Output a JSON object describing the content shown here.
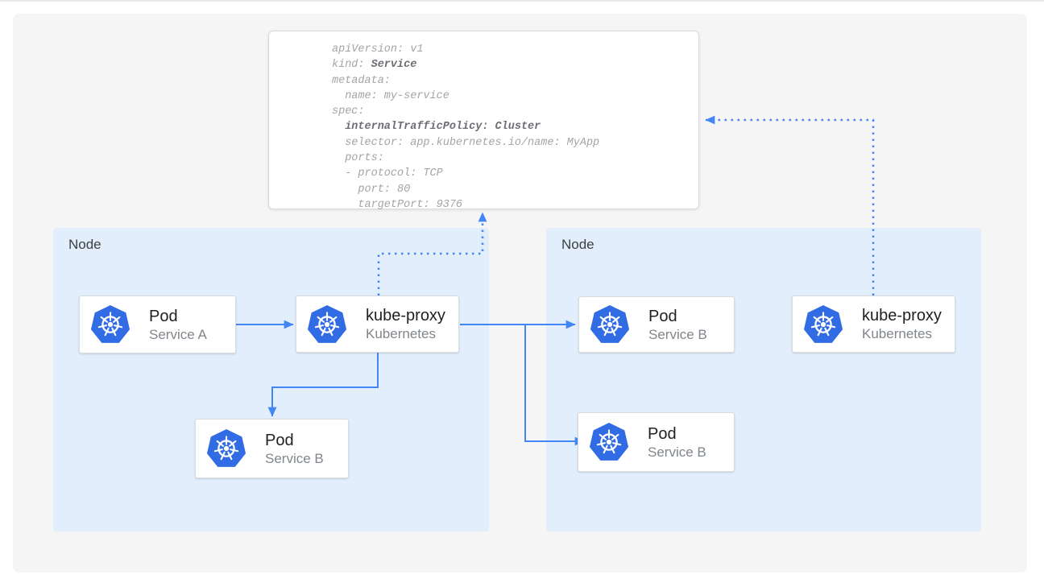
{
  "yaml_card": {
    "lines": [
      [
        {
          "t": "apiVersion: v1"
        }
      ],
      [
        {
          "t": "kind: "
        },
        {
          "t": "Service",
          "b": true
        }
      ],
      [
        {
          "t": "metadata:"
        }
      ],
      [
        {
          "t": "  name: my-service"
        }
      ],
      [
        {
          "t": "spec:"
        }
      ],
      [
        {
          "t": "  "
        },
        {
          "t": "internalTrafficPolicy: Cluster",
          "b": true
        }
      ],
      [
        {
          "t": "  selector: app.kubernetes.io/name: MyApp"
        }
      ],
      [
        {
          "t": "  ports:"
        }
      ],
      [
        {
          "t": "  - protocol: TCP"
        }
      ],
      [
        {
          "t": "    port: 80"
        }
      ],
      [
        {
          "t": "    targetPort: 9376"
        }
      ]
    ]
  },
  "nodes": {
    "left": {
      "label": "Node",
      "cards": {
        "pod_a": {
          "title": "Pod",
          "subtitle": "Service A"
        },
        "kube_proxy": {
          "title": "kube-proxy",
          "subtitle": "Kubernetes"
        },
        "pod_b": {
          "title": "Pod",
          "subtitle": "Service B"
        }
      }
    },
    "right": {
      "label": "Node",
      "cards": {
        "pod_b_top": {
          "title": "Pod",
          "subtitle": "Service B"
        },
        "pod_b_bottom": {
          "title": "Pod",
          "subtitle": "Service B"
        },
        "kube_proxy": {
          "title": "kube-proxy",
          "subtitle": "Kubernetes"
        }
      }
    }
  },
  "icons": {
    "kubernetes": "kubernetes-helm-wheel-icon"
  },
  "colors": {
    "arrow_blue": "#4285f4",
    "node_background": "#e2eefb",
    "kubernetes_blue": "#326ce5",
    "card_border": "#d9dbde",
    "panel_background": "#f5f5f6",
    "yaml_text_gray": "#a2a4a8",
    "yaml_bold_gray": "#6b6e73"
  }
}
